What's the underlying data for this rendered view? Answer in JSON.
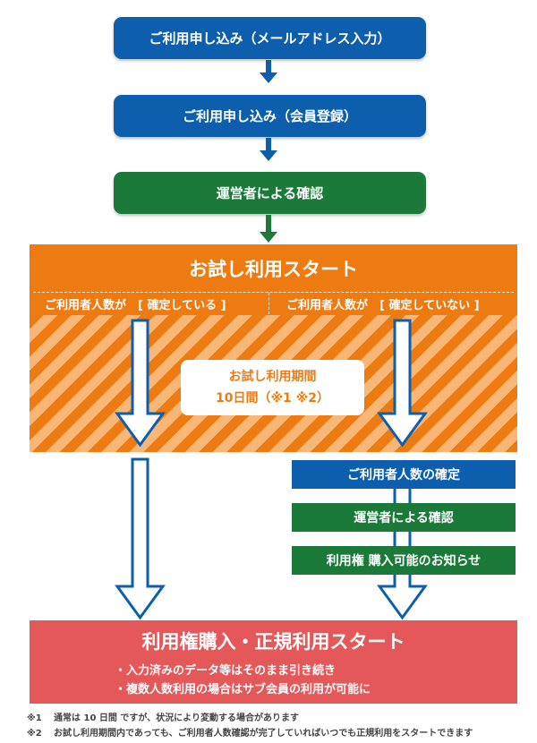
{
  "steps": {
    "apply_email": "ご利用申し込み（メールアドレス入力）",
    "apply_member": "ご利用申し込み（会員登録）",
    "operator_check": "運営者による確認"
  },
  "trial": {
    "title": "お試し利用スタート",
    "condition_confirmed": "ご利用者人数が　[ 確定している ]",
    "condition_unconfirmed": "ご利用者人数が　[ 確定していない ]",
    "period_label": "お試し利用期間",
    "period_value": "10日間（※1 ※2）"
  },
  "side_steps": {
    "confirm_users": "ご利用者人数の確定",
    "operator_check": "運営者による確認",
    "purchase_notice": "利用権 購入可能のお知らせ"
  },
  "final": {
    "title": "利用権購入・正規利用スタート",
    "note1": "・入力済みのデータ等はそのまま引き続き",
    "note2": "・複数人数利用の場合はサブ会員の利用が可能に"
  },
  "footnotes": [
    {
      "mark": "※1",
      "text": "通常は 10 日間 ですが、状況により変動する場合があります"
    },
    {
      "mark": "※2",
      "text": "お試し利用期間内であっても、ご利用者人数確認が完了していればいつでも正規利用をスタートできます"
    }
  ],
  "colors": {
    "blue": "#0d5fad",
    "green": "#1b7a3a",
    "orange": "#ed7b11",
    "red": "#e5585a"
  }
}
